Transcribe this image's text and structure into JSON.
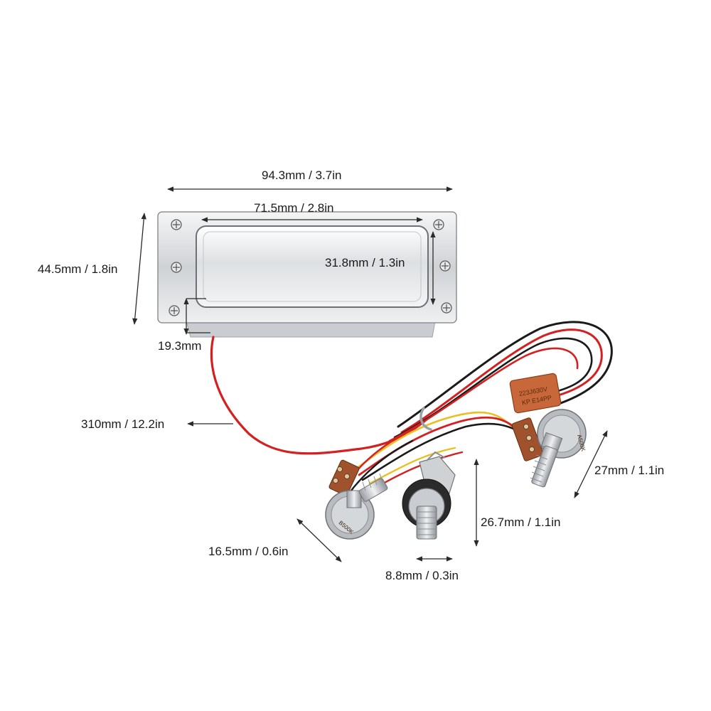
{
  "dimensions": {
    "overall_length": "94.3mm / 3.7in",
    "inner_length": "71.5mm / 2.8in",
    "overall_height": "44.5mm / 1.8in",
    "inner_height": "31.8mm / 1.3in",
    "depth": "19.3mm",
    "cable_length": "310mm / 12.2in",
    "pot_shaft_length": "27mm / 1.1in",
    "jack_height": "26.7mm / 1.1in",
    "pot_width": "16.5mm / 0.6in",
    "jack_thread": "8.8mm / 0.3in"
  },
  "component_markings": {
    "capacitor_line1": "223J630V",
    "capacitor_line2": "KP E14PP",
    "pot_left": "B500K",
    "pot_right": "A500K"
  },
  "colors": {
    "chrome": "#d9dcdf",
    "red_wire": "#d42020",
    "black_wire": "#1a1a1a",
    "yellow_wire": "#e8c020",
    "capacitor": "#c8683a",
    "pcb": "#a0522d"
  }
}
